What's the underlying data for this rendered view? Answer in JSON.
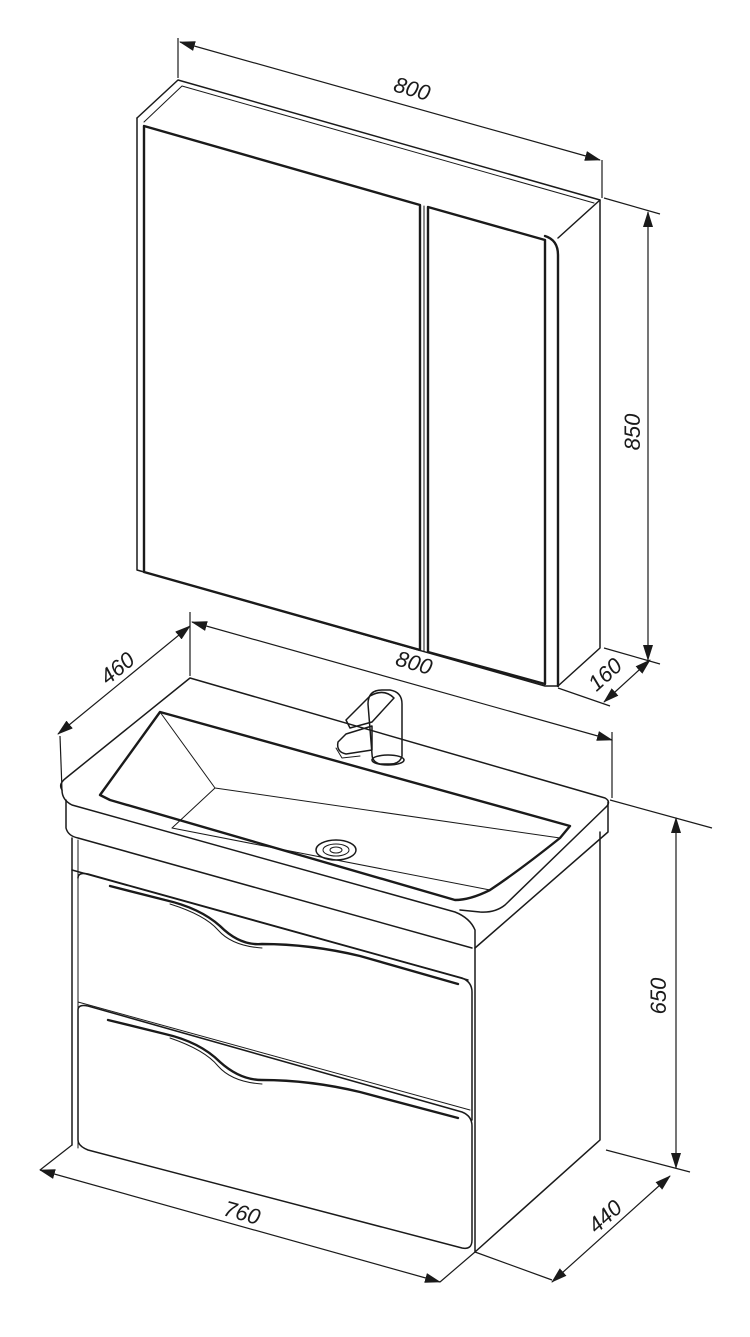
{
  "dimensions": {
    "cabinet_width": "800",
    "cabinet_height": "850",
    "cabinet_depth": "160",
    "basin_width": "800",
    "basin_depth": "460",
    "vanity_height": "650",
    "vanity_width": "760",
    "vanity_depth": "440"
  },
  "colors": {
    "line": "#1a1a1a",
    "background": "#ffffff"
  }
}
